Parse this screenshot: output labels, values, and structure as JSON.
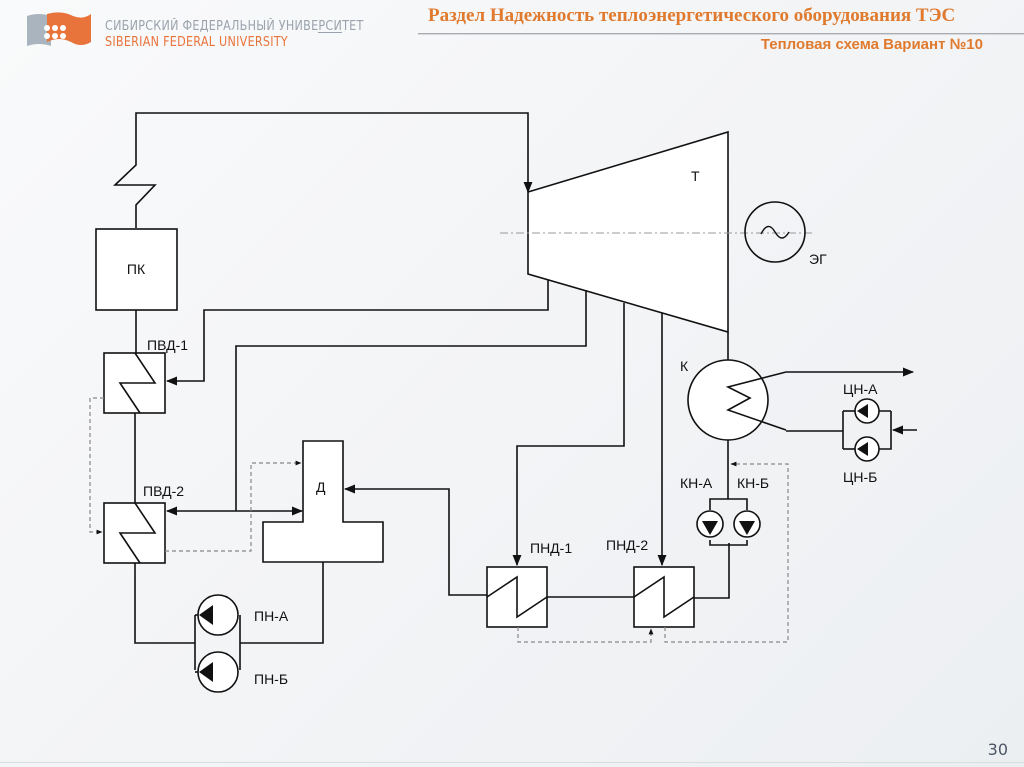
{
  "header": {
    "university_ru": "СИБИРСКИЙ ФЕДЕРАЛЬНЫЙ УНИВЕРСИТЕТ",
    "university_en": "SIBERIAN FEDERAL UNIVERSITY",
    "title": "Раздел Надежность теплоэнергетического оборудования ТЭС",
    "subtitle": "Тепловая схема Вариант №10"
  },
  "colors": {
    "accent": "#e07a2e",
    "logo_gray": "#a9b4be",
    "logo_orange": "#e8743b",
    "line": "#111111",
    "dashed": "#888888"
  },
  "diagram": {
    "labels": {
      "boiler": "ПК",
      "turbine": "Т",
      "generator": "ЭГ",
      "condenser": "К",
      "hp_heater_1": "ПВД-1",
      "hp_heater_2": "ПВД-2",
      "deaerator": "Д",
      "feed_pump_a": "ПН-А",
      "feed_pump_b": "ПН-Б",
      "lp_heater_1": "ПНД-1",
      "lp_heater_2": "ПНД-2",
      "condensate_pump_a": "КН-А",
      "condensate_pump_b": "КН-Б",
      "circ_pump_a": "ЦН-А",
      "circ_pump_b": "ЦН-Б"
    }
  },
  "footer": {
    "page_number": "30"
  }
}
